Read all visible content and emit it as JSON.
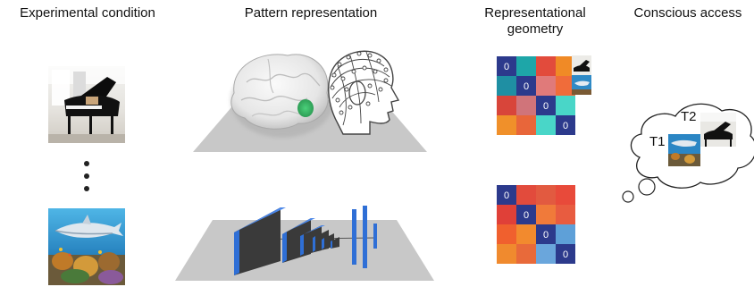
{
  "headers": {
    "experimental_condition": "Experimental condition",
    "pattern_representation": "Pattern representation",
    "representational_geometry_line1": "Representational",
    "representational_geometry_line2": "geometry",
    "conscious_access": "Conscious access"
  },
  "stimuli": [
    "piano",
    "shark"
  ],
  "ellipsis_icon": "vertical-ellipsis-icon",
  "rdm_top": {
    "diagonal_label": "0",
    "colors": [
      [
        "#2c3a8c",
        "#1ea6a8",
        "#e24b3c",
        "#f08a26"
      ],
      [
        "#1f8fa3",
        "#2c3a8c",
        "#e07a7a",
        "#f06c3a"
      ],
      [
        "#d8453a",
        "#d0747a",
        "#2c3a8c",
        "#49d6c8"
      ],
      [
        "#f0902a",
        "#e8663a",
        "#49d6c8",
        "#2c3a8c"
      ]
    ]
  },
  "rdm_bottom": {
    "diagonal_label": "0",
    "colors": [
      [
        "#2c3a8c",
        "#e24b3c",
        "#e25a40",
        "#e84a3a"
      ],
      [
        "#e04038",
        "#2c3a8c",
        "#f07a3a",
        "#e85c40"
      ],
      [
        "#f0602e",
        "#f28a2e",
        "#2c3a8c",
        "#5ea0d8"
      ],
      [
        "#f08a2e",
        "#e86a3a",
        "#6aa6dc",
        "#2c3a8c"
      ]
    ]
  },
  "thought_bubble": {
    "t1_label": "T1",
    "t2_label": "T2"
  },
  "colors": {
    "plane": "#c8c8c8",
    "cnn_blue": "#2f6fd6",
    "brain_roi": "#3fbf6a",
    "rdm_diag": "#2c3a8c"
  }
}
